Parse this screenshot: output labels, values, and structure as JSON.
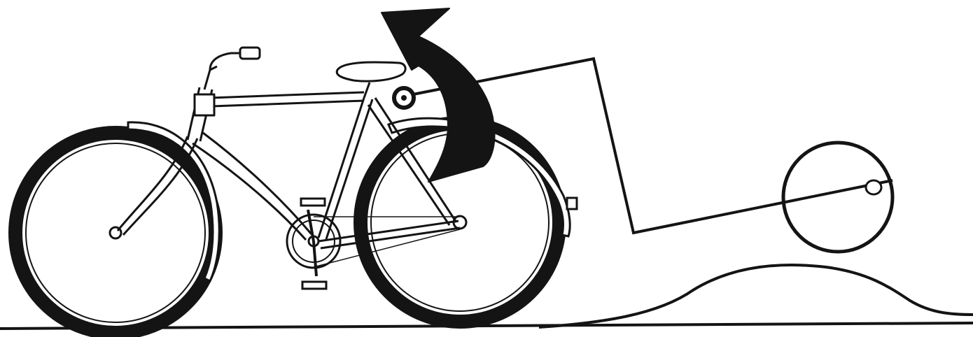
{
  "figure": {
    "kind": "line-drawing",
    "subject": "bicycle-with-trailer",
    "arrow_direction": "counterclockwise"
  },
  "colors": {
    "ink": "#141414",
    "background": "#ffffff"
  },
  "icons": {
    "arrow": "curved-arrow-icon",
    "bicycle": "bicycle-icon",
    "trailer_wheel": "wheel-icon"
  }
}
